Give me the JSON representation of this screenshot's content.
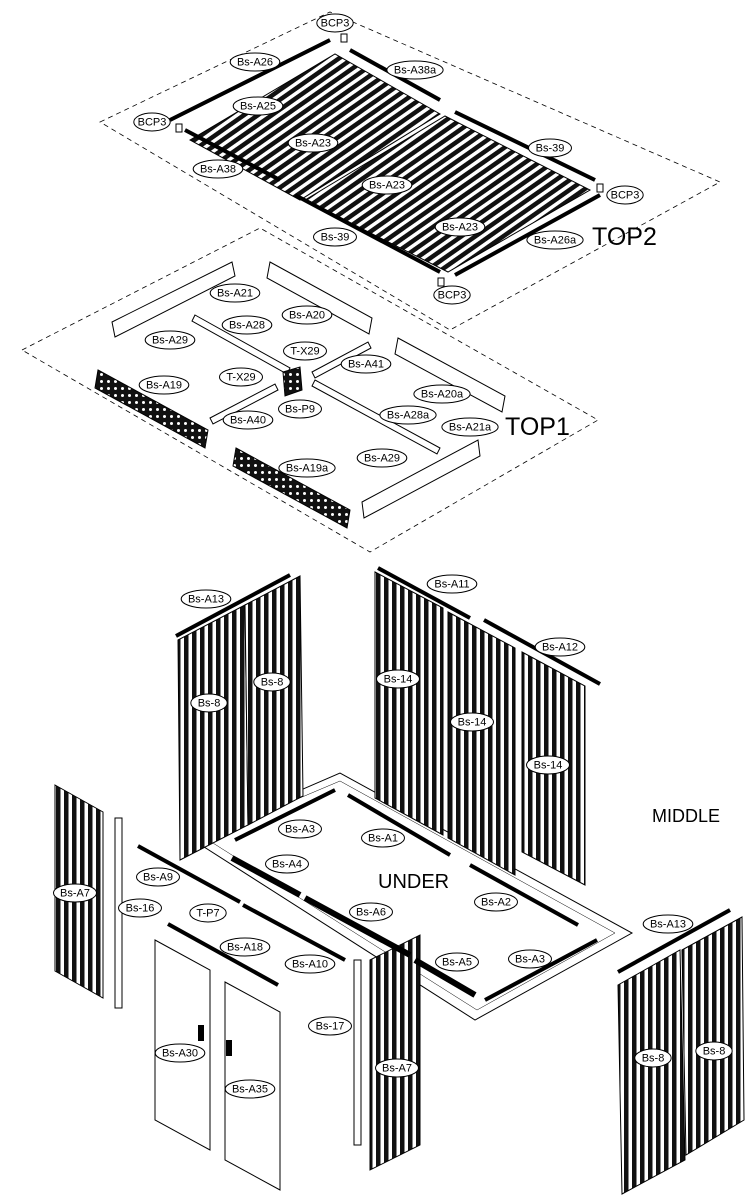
{
  "sections": {
    "top2": "TOP2",
    "top1": "TOP1",
    "middle": "MIDDLE",
    "under": "UNDER"
  },
  "callouts": [
    "BCP3",
    "Bs-A26",
    "Bs-A38a",
    "Bs-A25",
    "BCP3",
    "Bs-A23",
    "Bs-39",
    "Bs-A38",
    "Bs-A23",
    "BCP3",
    "Bs-A23",
    "Bs-39",
    "Bs-A26a",
    "BCP3",
    "Bs-A21",
    "Bs-A20",
    "Bs-A28",
    "Bs-A29",
    "T-X29",
    "Bs-A41",
    "T-X29",
    "Bs-A19",
    "Bs-A20a",
    "Bs-P9",
    "Bs-A40",
    "Bs-A28a",
    "Bs-A21a",
    "Bs-A29",
    "Bs-A19a",
    "Bs-A13",
    "Bs-A11",
    "Bs-A12",
    "Bs-8",
    "Bs-8",
    "Bs-14",
    "Bs-14",
    "Bs-14",
    "Bs-A3",
    "Bs-A1",
    "Bs-A4",
    "Bs-A7",
    "Bs-A9",
    "Bs-16",
    "T-P7",
    "Bs-A6",
    "Bs-A2",
    "Bs-A18",
    "Bs-A10",
    "Bs-A5",
    "Bs-A3",
    "Bs-A13",
    "Bs-17",
    "Bs-A30",
    "Bs-A7",
    "Bs-A35",
    "Bs-8",
    "Bs-8"
  ]
}
